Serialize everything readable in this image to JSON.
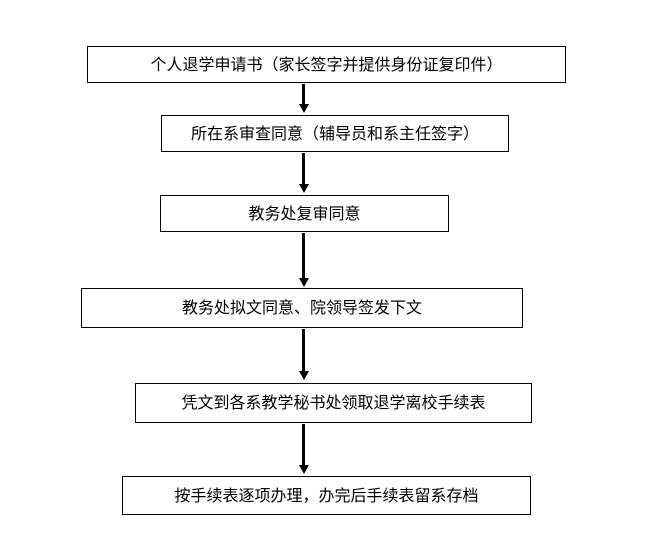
{
  "diagram": {
    "type": "flowchart",
    "direction": "top-down",
    "steps": [
      {
        "label": "个人退学申请书（家长签字并提供身份证复印件）"
      },
      {
        "label": "所在系审查同意（辅导员和系主任签字）"
      },
      {
        "label": "教务处复审同意"
      },
      {
        "label": "教务处拟文同意、院领导签发下文"
      },
      {
        "label": "凭文到各系教学秘书处领取退学离校手续表"
      },
      {
        "label": "按手续表逐项办理，办完后手续表留系存档"
      }
    ],
    "connectors": [
      {
        "from": 1,
        "to": 2
      },
      {
        "from": 2,
        "to": 3
      },
      {
        "from": 3,
        "to": 4
      },
      {
        "from": 4,
        "to": 5
      },
      {
        "from": 5,
        "to": 6
      }
    ],
    "colors": {
      "background": "#ffffff",
      "box_border": "#000000",
      "text": "#000000",
      "arrow": "#000000"
    }
  }
}
